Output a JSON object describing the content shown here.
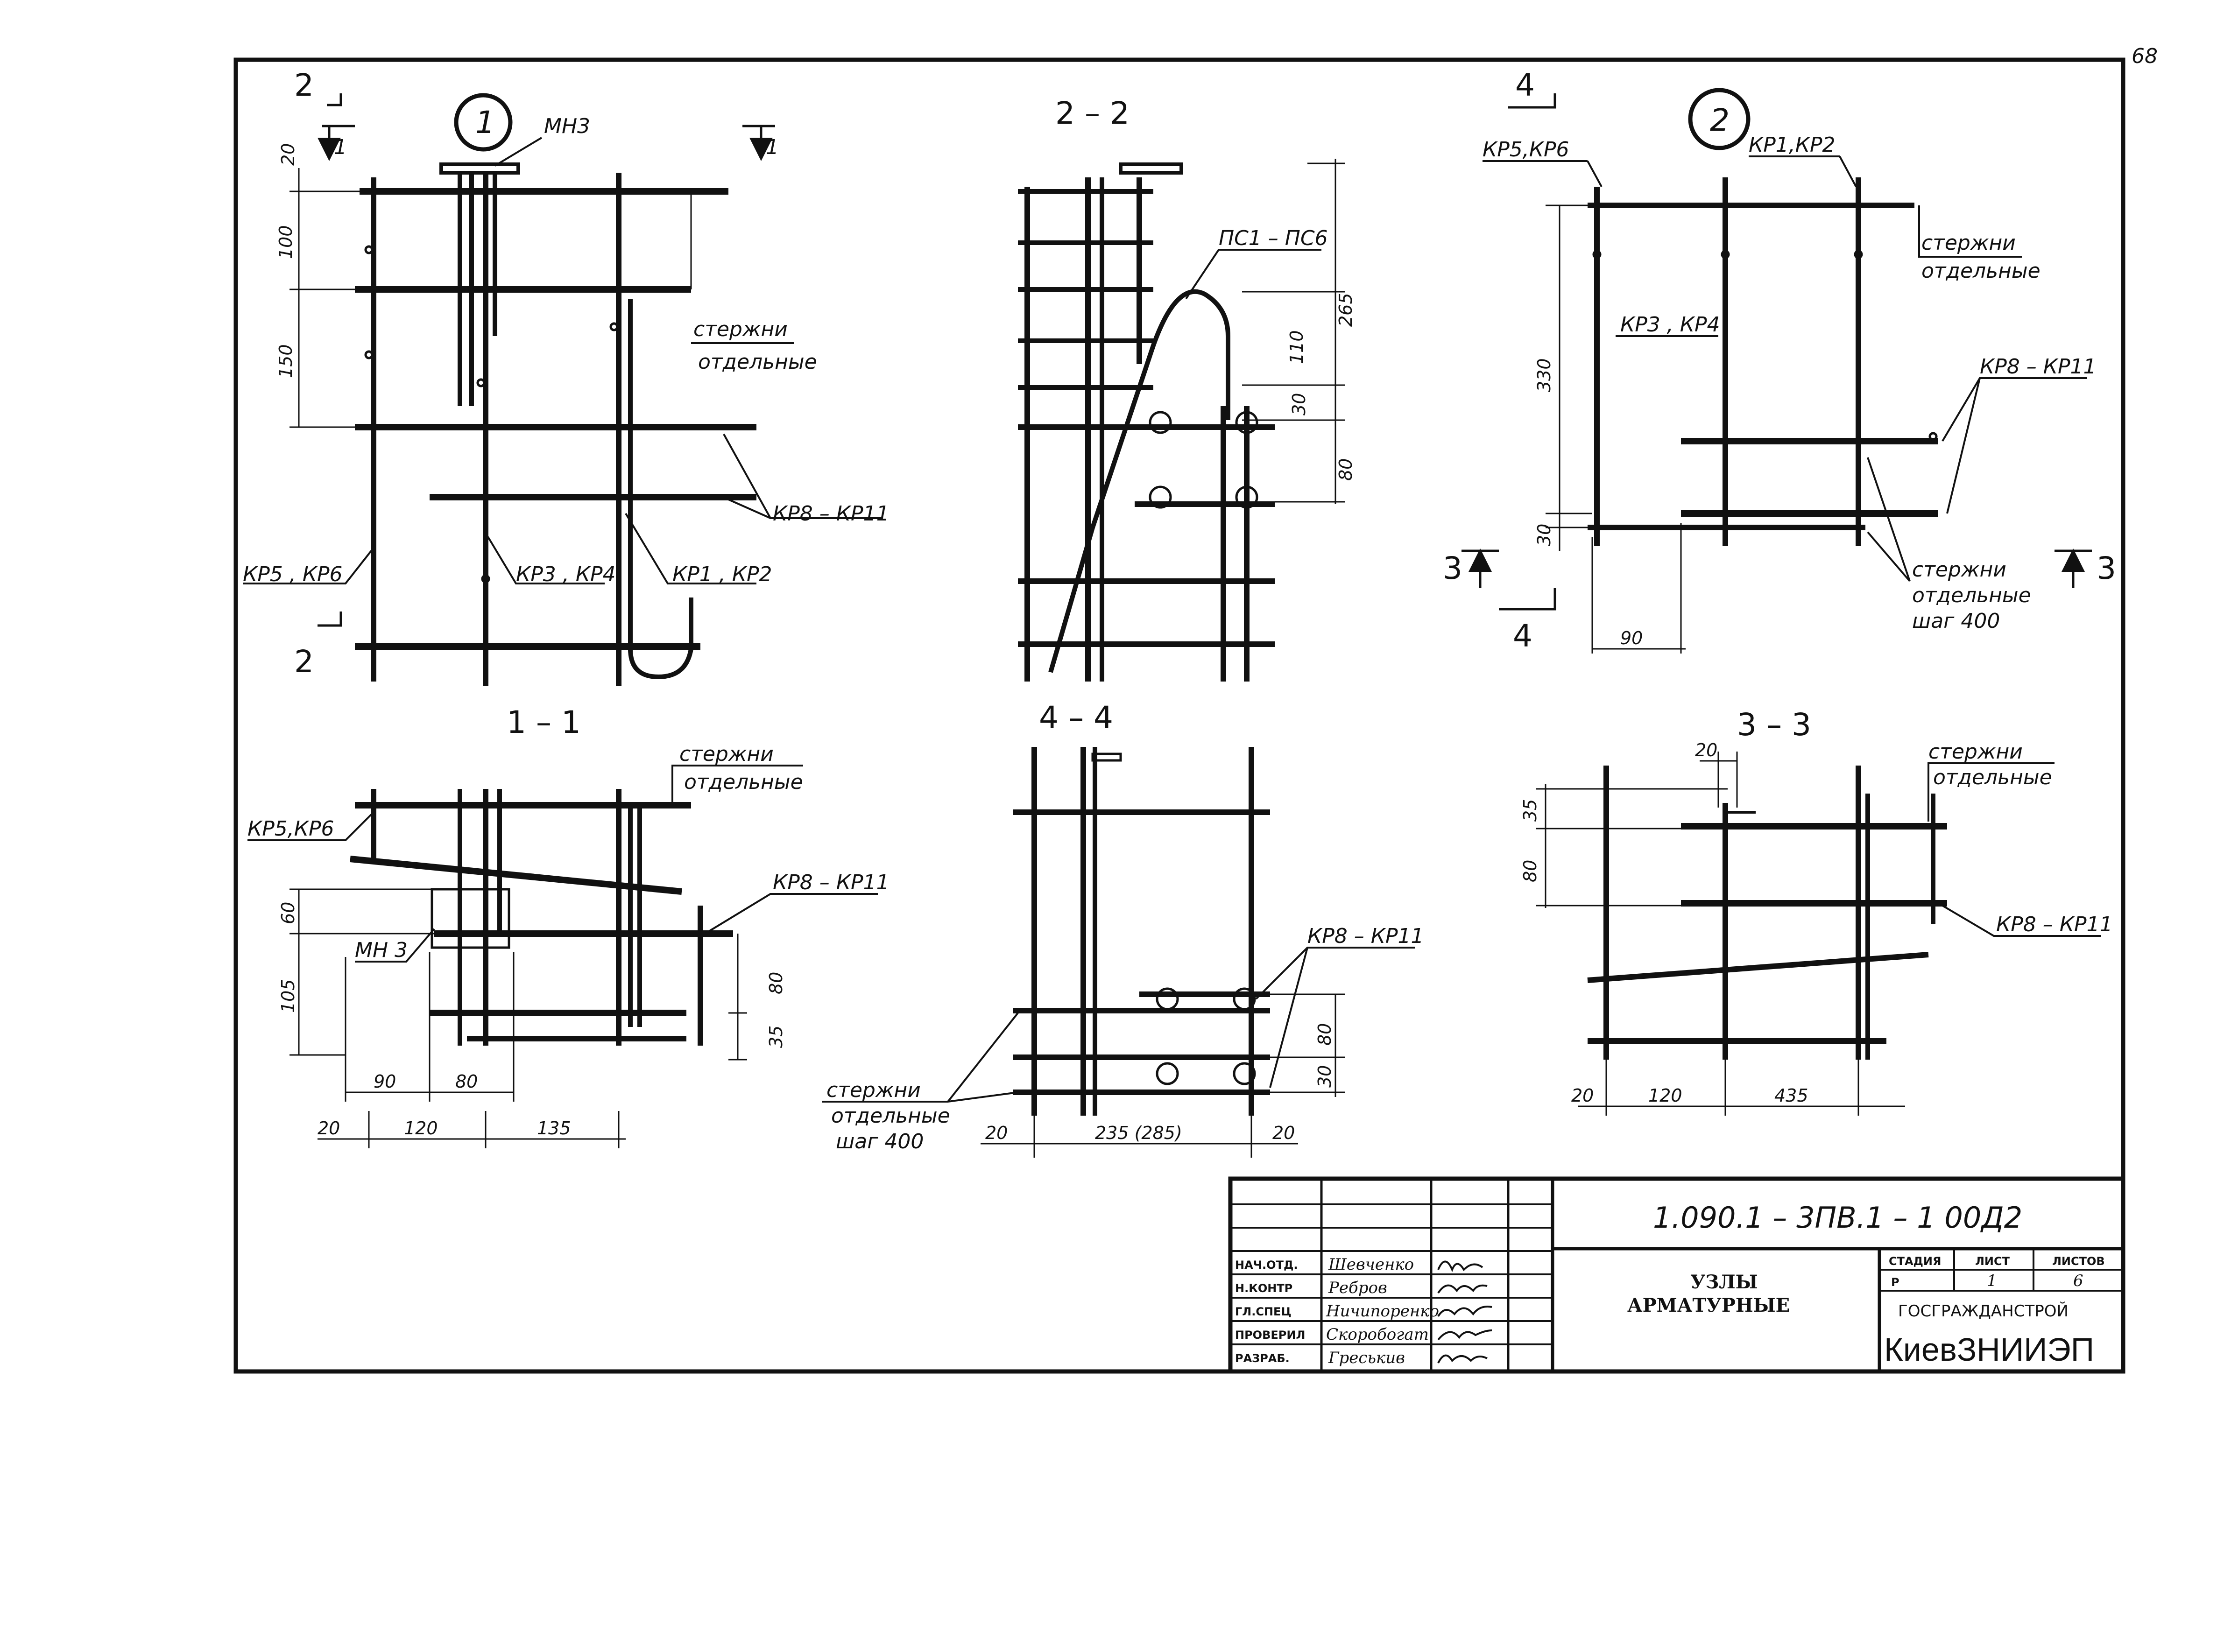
{
  "sheet_corner_mark": "68",
  "nodes": {
    "node1": {
      "number": "1",
      "mn_label": "МН3"
    },
    "node2": {
      "number": "2"
    }
  },
  "section_marks": {
    "m2": "2",
    "m1": "1",
    "m3": "3",
    "m4": "4"
  },
  "section_titles": {
    "s22": "2 – 2",
    "s11": "1 – 1",
    "s44": "4 – 4",
    "s33": "3 – 3"
  },
  "labels": {
    "kr5_kr6": "КР5 , КР6",
    "kr5_kr6_b": "КР5,КР6",
    "kr3_kr4": "КР3 , КР4",
    "kr3_kr4_b": "КР3 , КР4",
    "kr1_kr2": "КР1 , КР2",
    "kr1_kr2_b": "КР1,КР2",
    "kr8_kr11": "КР8 – КР11",
    "pc": "ПС1 – ПС6",
    "mn3": "МН 3",
    "rods_1": "стержни",
    "rods_2": "отдельные",
    "step": "шаг 400"
  },
  "dims": {
    "d20": "20",
    "d100": "100",
    "d150": "150",
    "d265": "265",
    "d110": "110",
    "d30": "30",
    "d80": "80",
    "d330": "330",
    "d90": "90",
    "d60": "60",
    "d105": "105",
    "d35": "35",
    "d120": "120",
    "d135": "135",
    "d235": "235 (285)",
    "d435": "435"
  },
  "title_block": {
    "code": "1.090.1 – 3ПВ.1 – 1   00Д2",
    "title_line1": "УЗЛЫ",
    "title_line2": "АРМАТУРНЫЕ",
    "stage_h": "СТАДИЯ",
    "sheet_h": "ЛИСТ",
    "sheets_h": "ЛИСТОВ",
    "stage": "Р",
    "sheet": "1",
    "sheets": "6",
    "org1": "ГОСГРАЖДАНСТРОЙ",
    "org2": "КиевЗНИИЭП",
    "roles": [
      "НАЧ.ОТД.",
      "Н.КОНТР",
      "ГЛ.СПЕЦ",
      "ПРОВЕРИЛ",
      "РАЗРАБ."
    ],
    "names": [
      "Шевченко",
      "Ребров",
      "Ничипоренко",
      "Скоробогат",
      "Греськив"
    ]
  }
}
